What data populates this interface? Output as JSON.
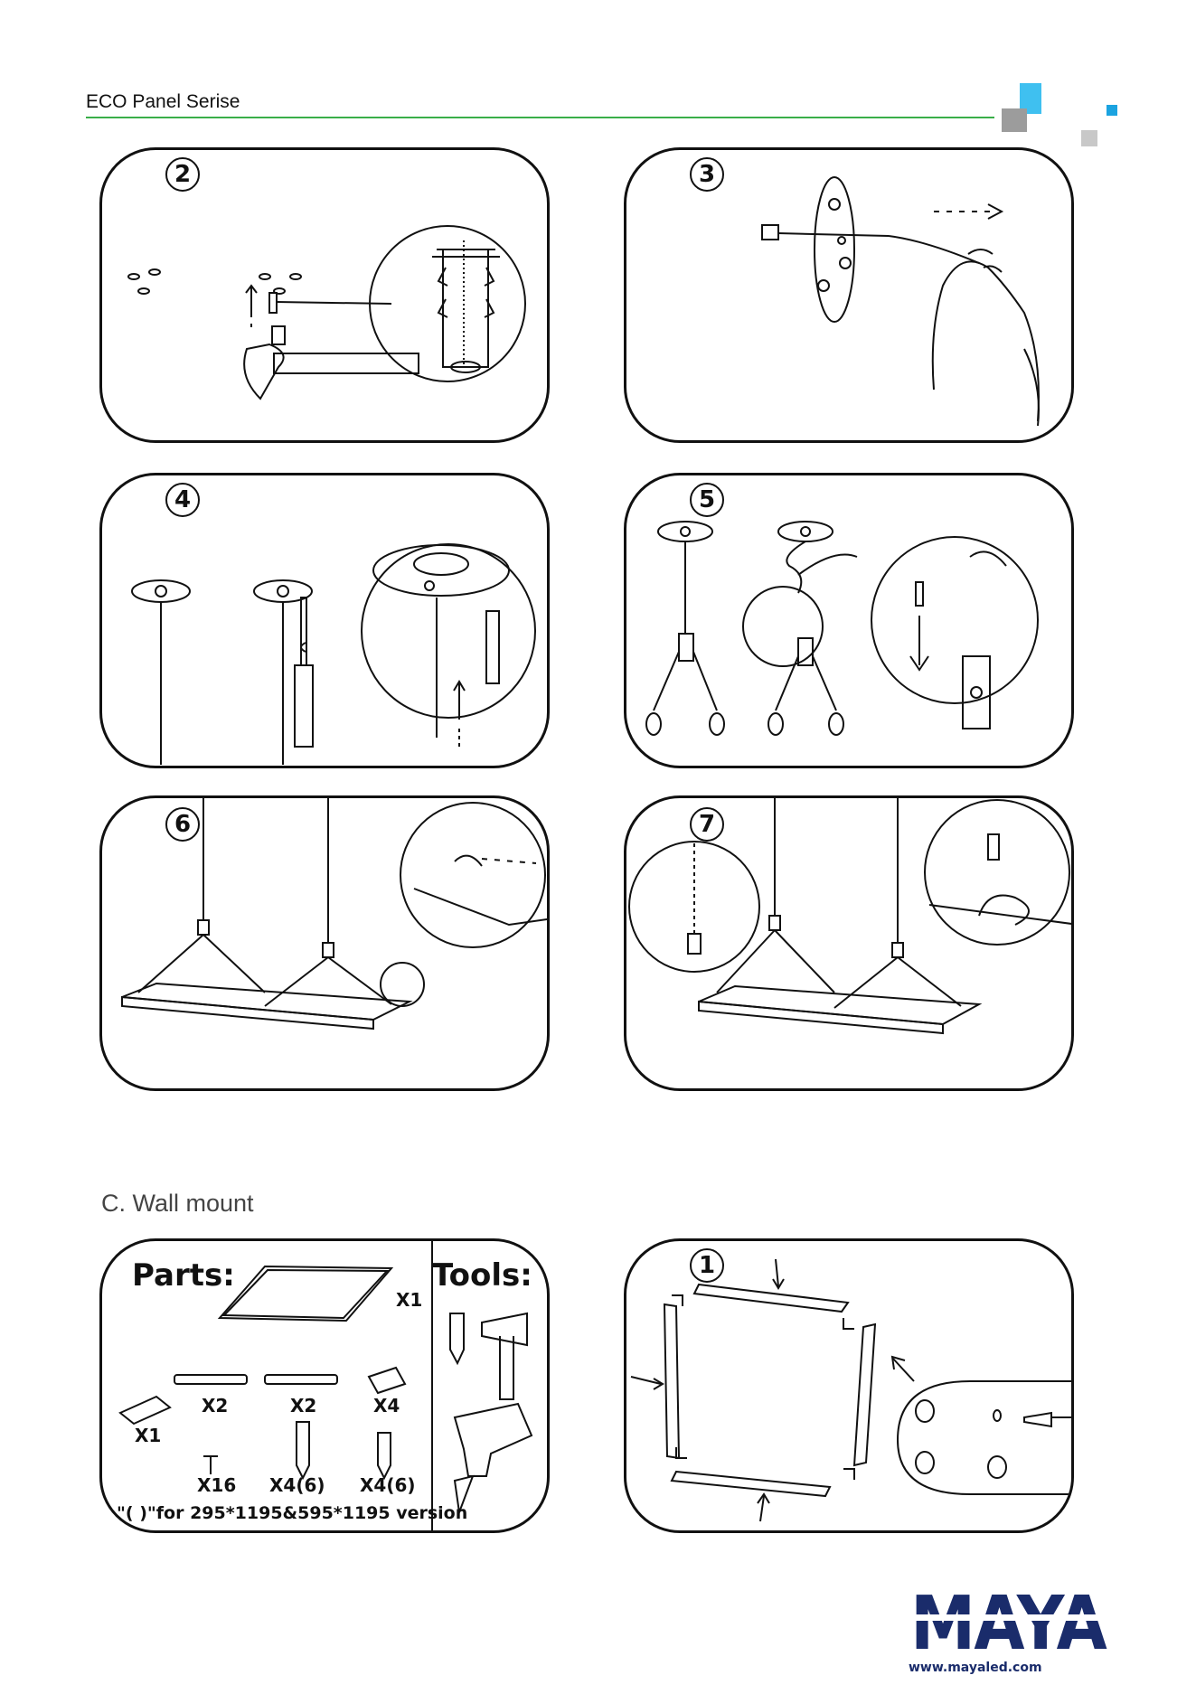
{
  "header": {
    "title": "ECO Panel Serise",
    "rule_color": "#3aae49",
    "deco_colors": [
      "#3fc0f0",
      "#9c9c9c",
      "#c8c8c8",
      "#1ba3e0"
    ]
  },
  "steps": [
    {
      "num": "2"
    },
    {
      "num": "3"
    },
    {
      "num": "4"
    },
    {
      "num": "5"
    },
    {
      "num": "6"
    },
    {
      "num": "7"
    }
  ],
  "wall_mount": {
    "section_title": "C. Wall mount",
    "parts_title": "Parts:",
    "tools_title": "Tools:",
    "quantities": {
      "panel": "X1",
      "rail_a": "X2",
      "rail_b": "X2",
      "bracket": "X4",
      "driver": "X1",
      "screw_small": "X16",
      "screw_long": "X4(6)",
      "anchor": "X4(6)"
    },
    "note": "\"( )\"for 295*1195&595*1195 version",
    "step_num": "1"
  },
  "footer": {
    "logo": "MAYA",
    "logo_color": "#1a2c6b",
    "website": "www.mayaled.com"
  }
}
